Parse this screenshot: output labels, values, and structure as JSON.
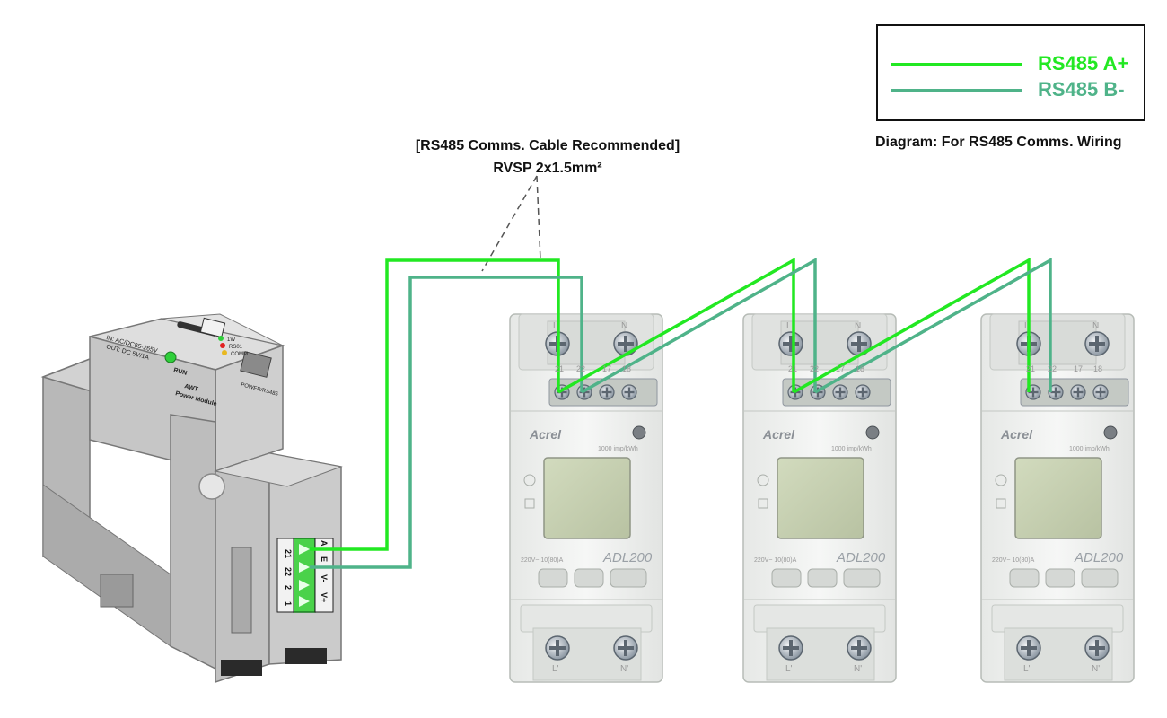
{
  "legend": {
    "items": [
      {
        "label": "RS485 A+",
        "color": "#22e822"
      },
      {
        "label": "RS485 B-",
        "color": "#4fb389"
      }
    ],
    "caption": "Diagram: For RS485 Comms. Wiring"
  },
  "cable_note": {
    "line1": "[RS485 Comms. Cable Recommended]",
    "line2": "RVSP 2x1.5mm²"
  },
  "power_module": {
    "name_line1": "AWT",
    "name_line2": "Power Module",
    "run_label": "RUN",
    "spec_line1": "IN: AC/DC85-265V",
    "spec_line2": "OUT: DC 5V/1A",
    "led_labels": [
      "1W",
      "RS01",
      "COMM"
    ],
    "port_label": "POWER/RS485",
    "terminal_labels": [
      "21",
      "22",
      "2",
      "1"
    ],
    "terminal_side_labels": [
      "A",
      "E",
      "V-",
      "V+"
    ]
  },
  "meters": [
    {
      "brand": "Acrel",
      "model": "ADL200",
      "impulse": "1000 imp/kWh",
      "rating": "220V~ 10(80)A",
      "top_labels": [
        "L",
        "N"
      ],
      "terminal_numbers": [
        "21",
        "22",
        "17",
        "18"
      ],
      "bottom_labels": [
        "L'",
        "N'"
      ]
    },
    {
      "brand": "Acrel",
      "model": "ADL200",
      "impulse": "1000 imp/kWh",
      "rating": "220V~ 10(80)A",
      "top_labels": [
        "L",
        "N"
      ],
      "terminal_numbers": [
        "21",
        "22",
        "17",
        "18"
      ],
      "bottom_labels": [
        "L'",
        "N'"
      ]
    },
    {
      "brand": "Acrel",
      "model": "ADL200",
      "impulse": "1000 imp/kWh",
      "rating": "220V~ 10(80)A",
      "top_labels": [
        "L",
        "N"
      ],
      "terminal_numbers": [
        "21",
        "22",
        "17",
        "18"
      ],
      "bottom_labels": [
        "L'",
        "N'"
      ]
    }
  ],
  "colors": {
    "rs485_a": "#22e822",
    "rs485_b": "#4fb389",
    "meter_body": "#f2f3f2",
    "lcd": "#c6d0b2",
    "module_body": "#c9c9c9"
  }
}
